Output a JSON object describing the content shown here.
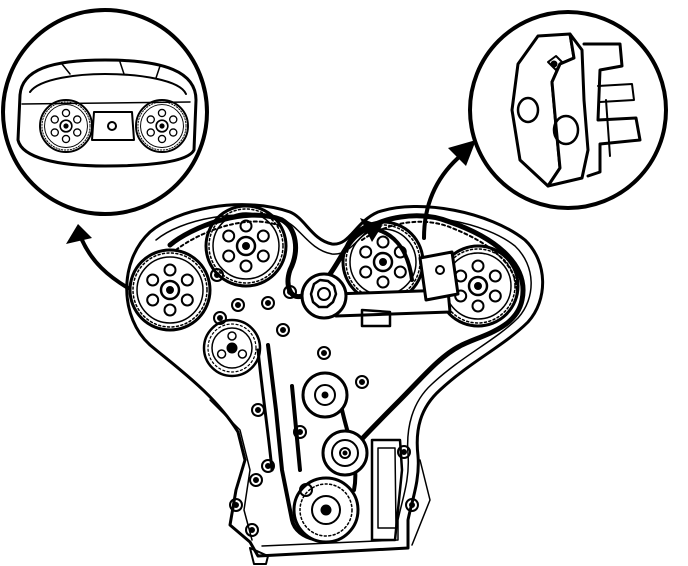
{
  "figure": {
    "type": "engine-timing-belt-illustration",
    "ink_color": "#000000",
    "paper_color": "#ffffff",
    "detail_views": [
      {
        "id": "camshaft-sprockets-detail",
        "icon": "magnifier-callout"
      },
      {
        "id": "camshaft-locking-tool-detail",
        "icon": "magnifier-callout"
      }
    ],
    "callout_arrows": [
      {
        "from": "rear-camshaft-sprockets",
        "to": "camshaft-sprockets-detail"
      },
      {
        "from": "front-camshaft-sprockets",
        "to": "camshaft-locking-tool-detail"
      }
    ]
  }
}
